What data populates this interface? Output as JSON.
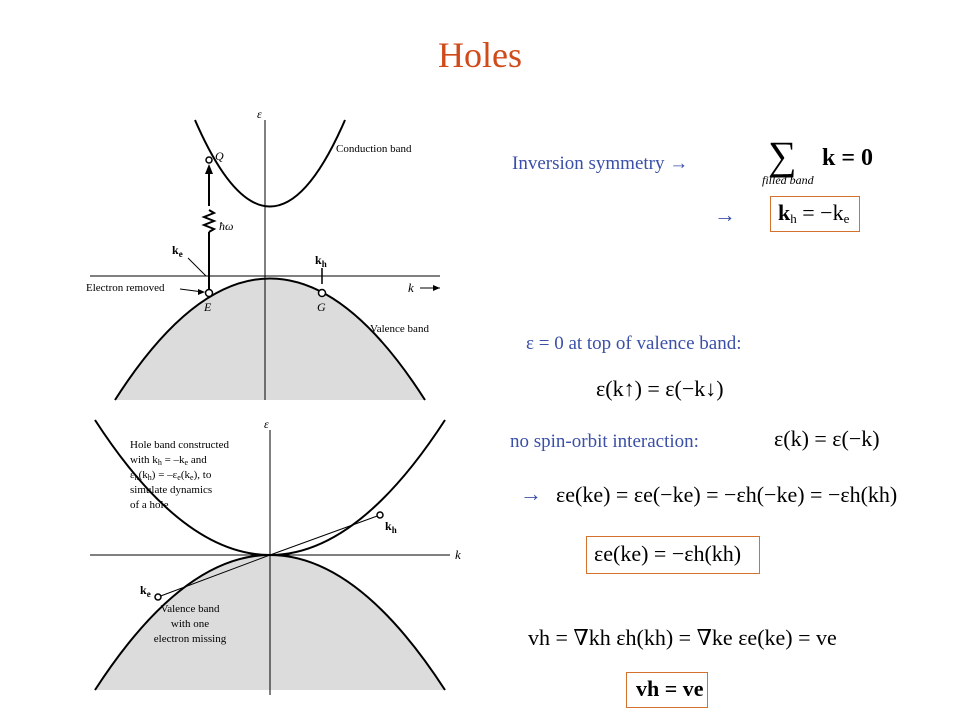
{
  "title": "Holes",
  "colors": {
    "title": "#d04a1a",
    "box": "#d3712f",
    "blue_text": "#3a4fa8",
    "shading": "#d9d9d9"
  },
  "figure_top": {
    "axis_energy": "ε",
    "axis_k": "k",
    "point_Q": "Q",
    "photon": "ħω",
    "k_e": "k",
    "k_e_sub": "e",
    "k_h": "k",
    "k_h_sub": "h",
    "electron_removed": "Electron removed",
    "point_E": "E",
    "point_G": "G",
    "conduction_band": "Conduction band",
    "valence_band": "Valence band"
  },
  "figure_bottom": {
    "axis_energy": "ε",
    "axis_k": "k",
    "caption_lines": [
      "Hole band constructed",
      "with k",
      "h",
      " = –k",
      "e",
      " and",
      "ε",
      "h",
      "(k",
      "h",
      ") = –ε",
      "e",
      "(k",
      "e",
      "), to",
      "simulate dynamics",
      "of a hole"
    ],
    "k_h": "k",
    "k_h_sub": "h",
    "k_e": "k",
    "k_e_sub": "e",
    "valence_caption": [
      "Valence band",
      "with one",
      "electron missing"
    ]
  },
  "right": {
    "inversion_symmetry": "Inversion symmetry →",
    "sum_label": "filled band",
    "sum_eq": "k = 0",
    "arrow1": "→",
    "eq_kh": "k",
    "eq_kh_tail": " = −k",
    "sub_h": "h",
    "sub_e": "e",
    "eps_top": "ε = 0 at top of valence band:",
    "eq_spin": "ε(k↑) = ε(−k↓)",
    "no_spin_orbit": "no spin-orbit interaction:",
    "eq_no_spin": "ε(k) = ε(−k)",
    "arrow2": "→",
    "eq_chain": "εe(ke) = εe(−ke) = −εh(−ke) = −εh(kh)",
    "eq_boxed": "εe(ke) = −εh(kh)",
    "eq_velocity": "vh = ∇kh εh(kh) = ∇ke εe(ke) = ve",
    "eq_vel_boxed": "vh = ve"
  }
}
